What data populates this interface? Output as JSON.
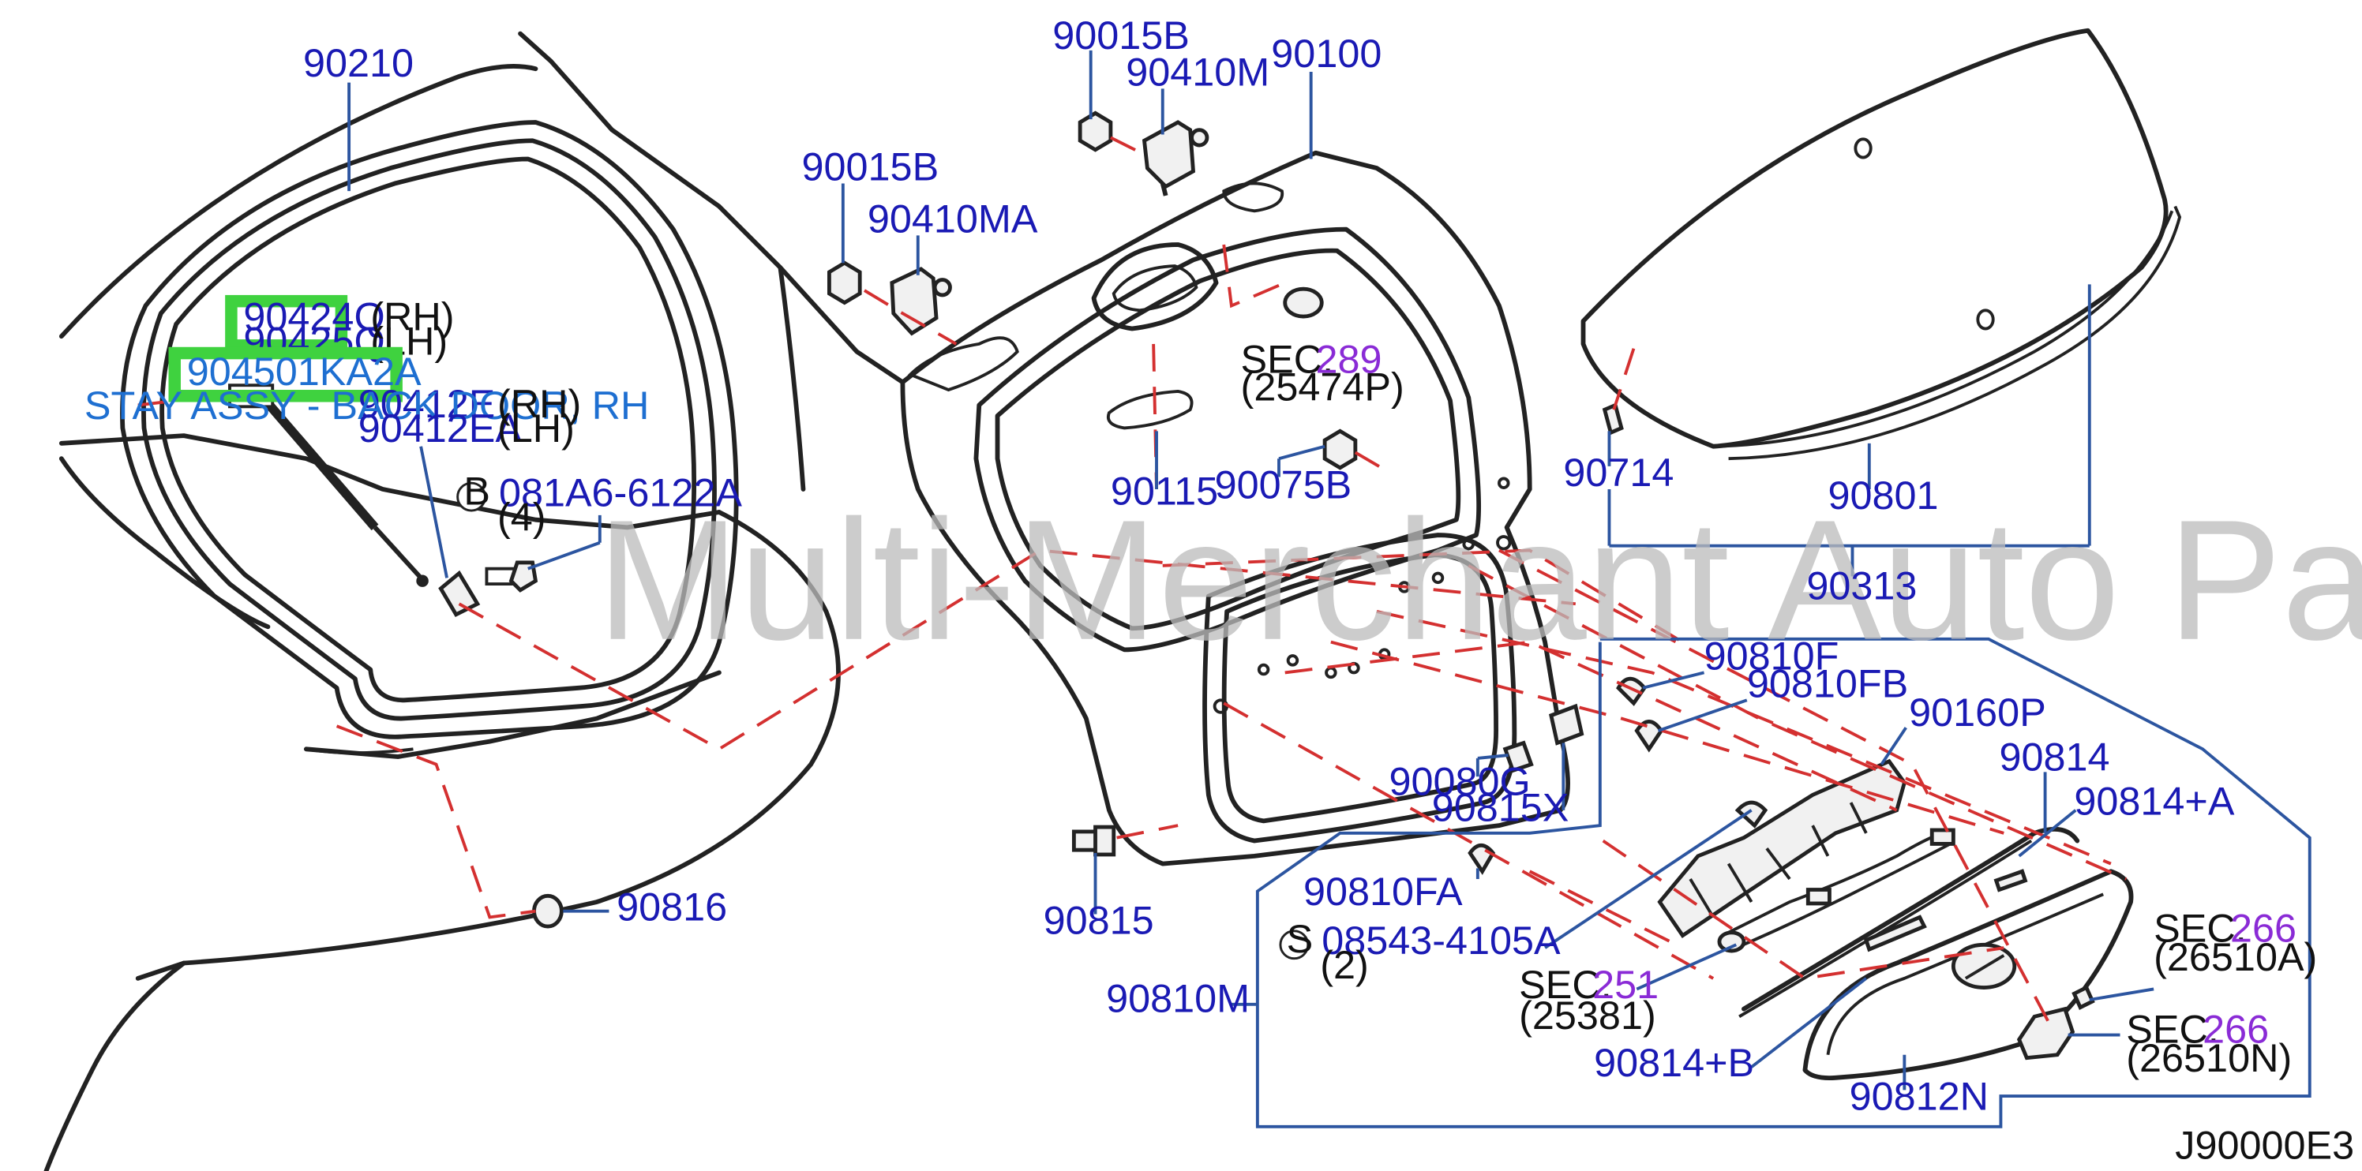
{
  "diagram_code": "J90000E3",
  "watermark": "Multi-Merchant Auto Partstore",
  "highlight": {
    "primary_part": "904501KA2A",
    "primary_label": "STAY ASSY - BACK DOOR, RH",
    "secondary_part": "90424Q",
    "secondary_part_lh": "90425Q",
    "color": "#3fd23f"
  },
  "parts": {
    "p90210": "90210",
    "p90015B_top": "90015B",
    "p90410M": "90410M",
    "p90100": "90100",
    "p90015B_left": "90015B",
    "p90410MA": "90410MA",
    "p90412E": "90412E",
    "p90412EA": "90412EA",
    "p90115": "90115",
    "p90075B": "90075B",
    "p90714": "90714",
    "p90801": "90801",
    "p90313": "90313",
    "p90810F": "90810F",
    "p90810FB": "90810FB",
    "p90160P": "90160P",
    "p90814": "90814",
    "p90814A": "90814+A",
    "p90080G": "90080G",
    "p90815X": "90815X",
    "p90810FA": "90810FA",
    "p90815": "90815",
    "p90816": "90816",
    "p90810M": "90810M",
    "p90814B": "90814+B",
    "p90812N": "90812N"
  },
  "side_labels": {
    "rh": "(RH)",
    "lh": "(LH)",
    "rh2": "(RH)",
    "lh2": "(LH)"
  },
  "fasteners": {
    "bolt_letter": "B",
    "bolt_part": "081A6-6122A",
    "bolt_qty": "(4)",
    "screw_letter": "S",
    "screw_part": "08543-4105A",
    "screw_qty": "(2)"
  },
  "sections": {
    "sec_word": "SEC.",
    "s289": "289",
    "s289_ref": "(25474P)",
    "s251": "251",
    "s251_ref": "(25381)",
    "s266a": "266",
    "s266a_ref": "(26510A)",
    "s266b": "266",
    "s266b_ref": "(26510N)"
  }
}
